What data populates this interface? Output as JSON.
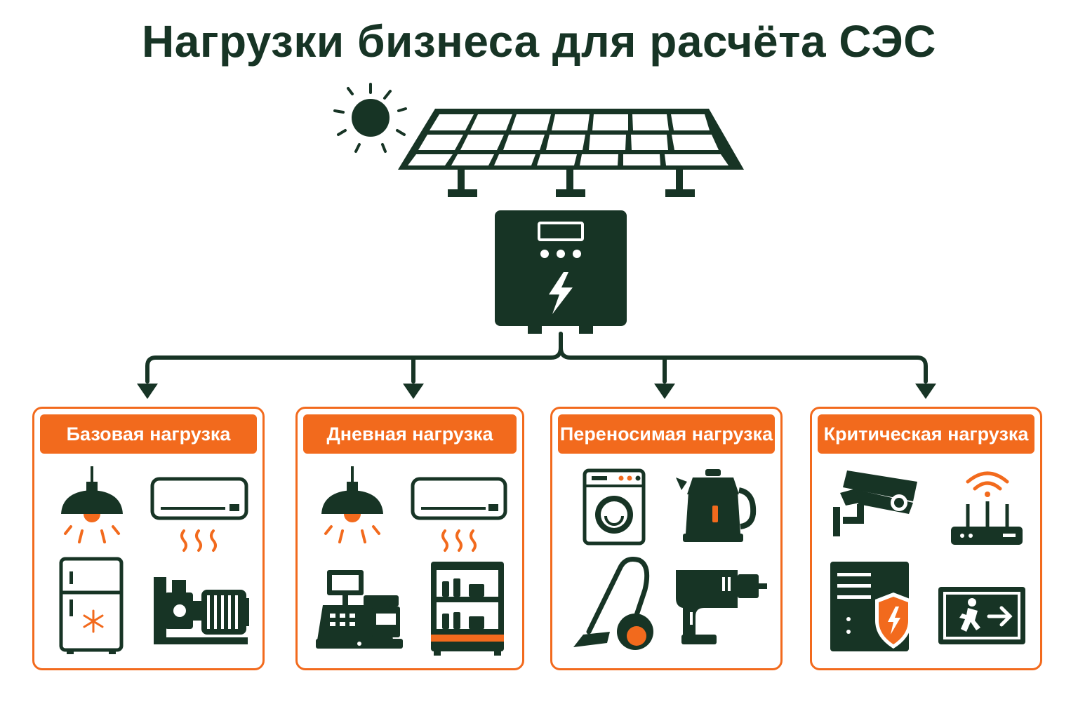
{
  "title": "Нагрузки бизнеса для расчёта СЭС",
  "colors": {
    "dark": "#173425",
    "accent": "#f26a1d",
    "background": "#ffffff"
  },
  "diagram": {
    "source": [
      "sun-icon",
      "solar-panel-icon"
    ],
    "converter": "inverter-icon",
    "branches": 4
  },
  "groups": [
    {
      "label": "Базовая нагрузка",
      "icons": [
        "pendant-lamp-icon",
        "air-conditioner-icon",
        "refrigerator-icon",
        "water-pump-icon"
      ]
    },
    {
      "label": "Дневная нагрузка",
      "icons": [
        "pendant-lamp-icon",
        "air-conditioner-icon",
        "cash-register-icon",
        "display-fridge-icon"
      ]
    },
    {
      "label": "Переносимая нагрузка",
      "icons": [
        "washing-machine-icon",
        "electric-kettle-icon",
        "vacuum-cleaner-icon",
        "power-drill-icon"
      ]
    },
    {
      "label": "Критическая нагрузка",
      "icons": [
        "security-camera-icon",
        "wifi-router-icon",
        "protected-server-icon",
        "emergency-exit-sign-icon"
      ]
    }
  ]
}
